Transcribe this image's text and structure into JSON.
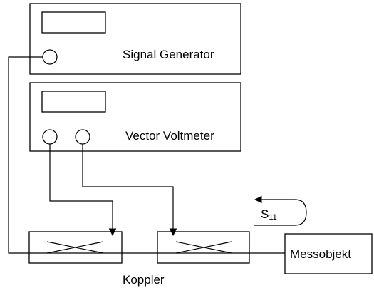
{
  "diagram": {
    "instruments": {
      "signal_generator": {
        "label": "Signal Generator"
      },
      "vector_voltmeter": {
        "label": "Vector Voltmeter"
      }
    },
    "coupler": {
      "label": "Koppler"
    },
    "dut": {
      "label": "Messobjekt"
    },
    "s_parameter": {
      "base": "S",
      "subscript": "11"
    }
  }
}
